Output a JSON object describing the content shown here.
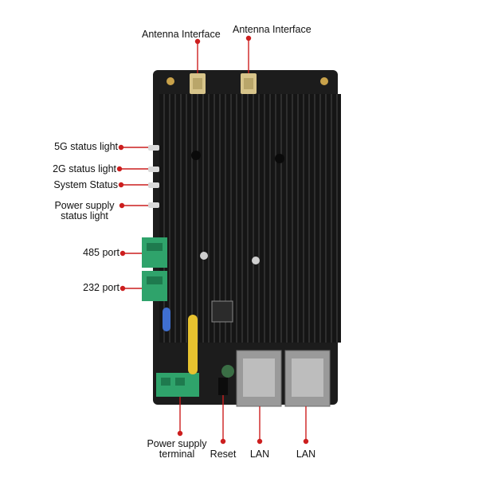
{
  "colors": {
    "background": "#ffffff",
    "board": "#1c1c1c",
    "heatsink": "#151515",
    "connector": "#2fa36b",
    "callout": "#cc1e1e",
    "lan_port": "#9a9a9a"
  },
  "labels": {
    "antenna_left": "Antenna Interface",
    "antenna_right": "Antenna Interface",
    "status_5g": "5G status light",
    "status_2g": "2G status light",
    "system_status": "System Status",
    "power_light_line1": "Power supply",
    "power_light_line2": "status light",
    "port_485": "485 port",
    "port_232": "232 port",
    "power_terminal_line1": "Power supply",
    "power_terminal_line2": "terminal",
    "reset": "Reset",
    "lan_left": "LAN",
    "lan_right": "LAN"
  },
  "icons": [
    "antenna-connector",
    "status-led",
    "terminal-block",
    "rj45-port",
    "reset-button",
    "capacitor",
    "inductor"
  ]
}
